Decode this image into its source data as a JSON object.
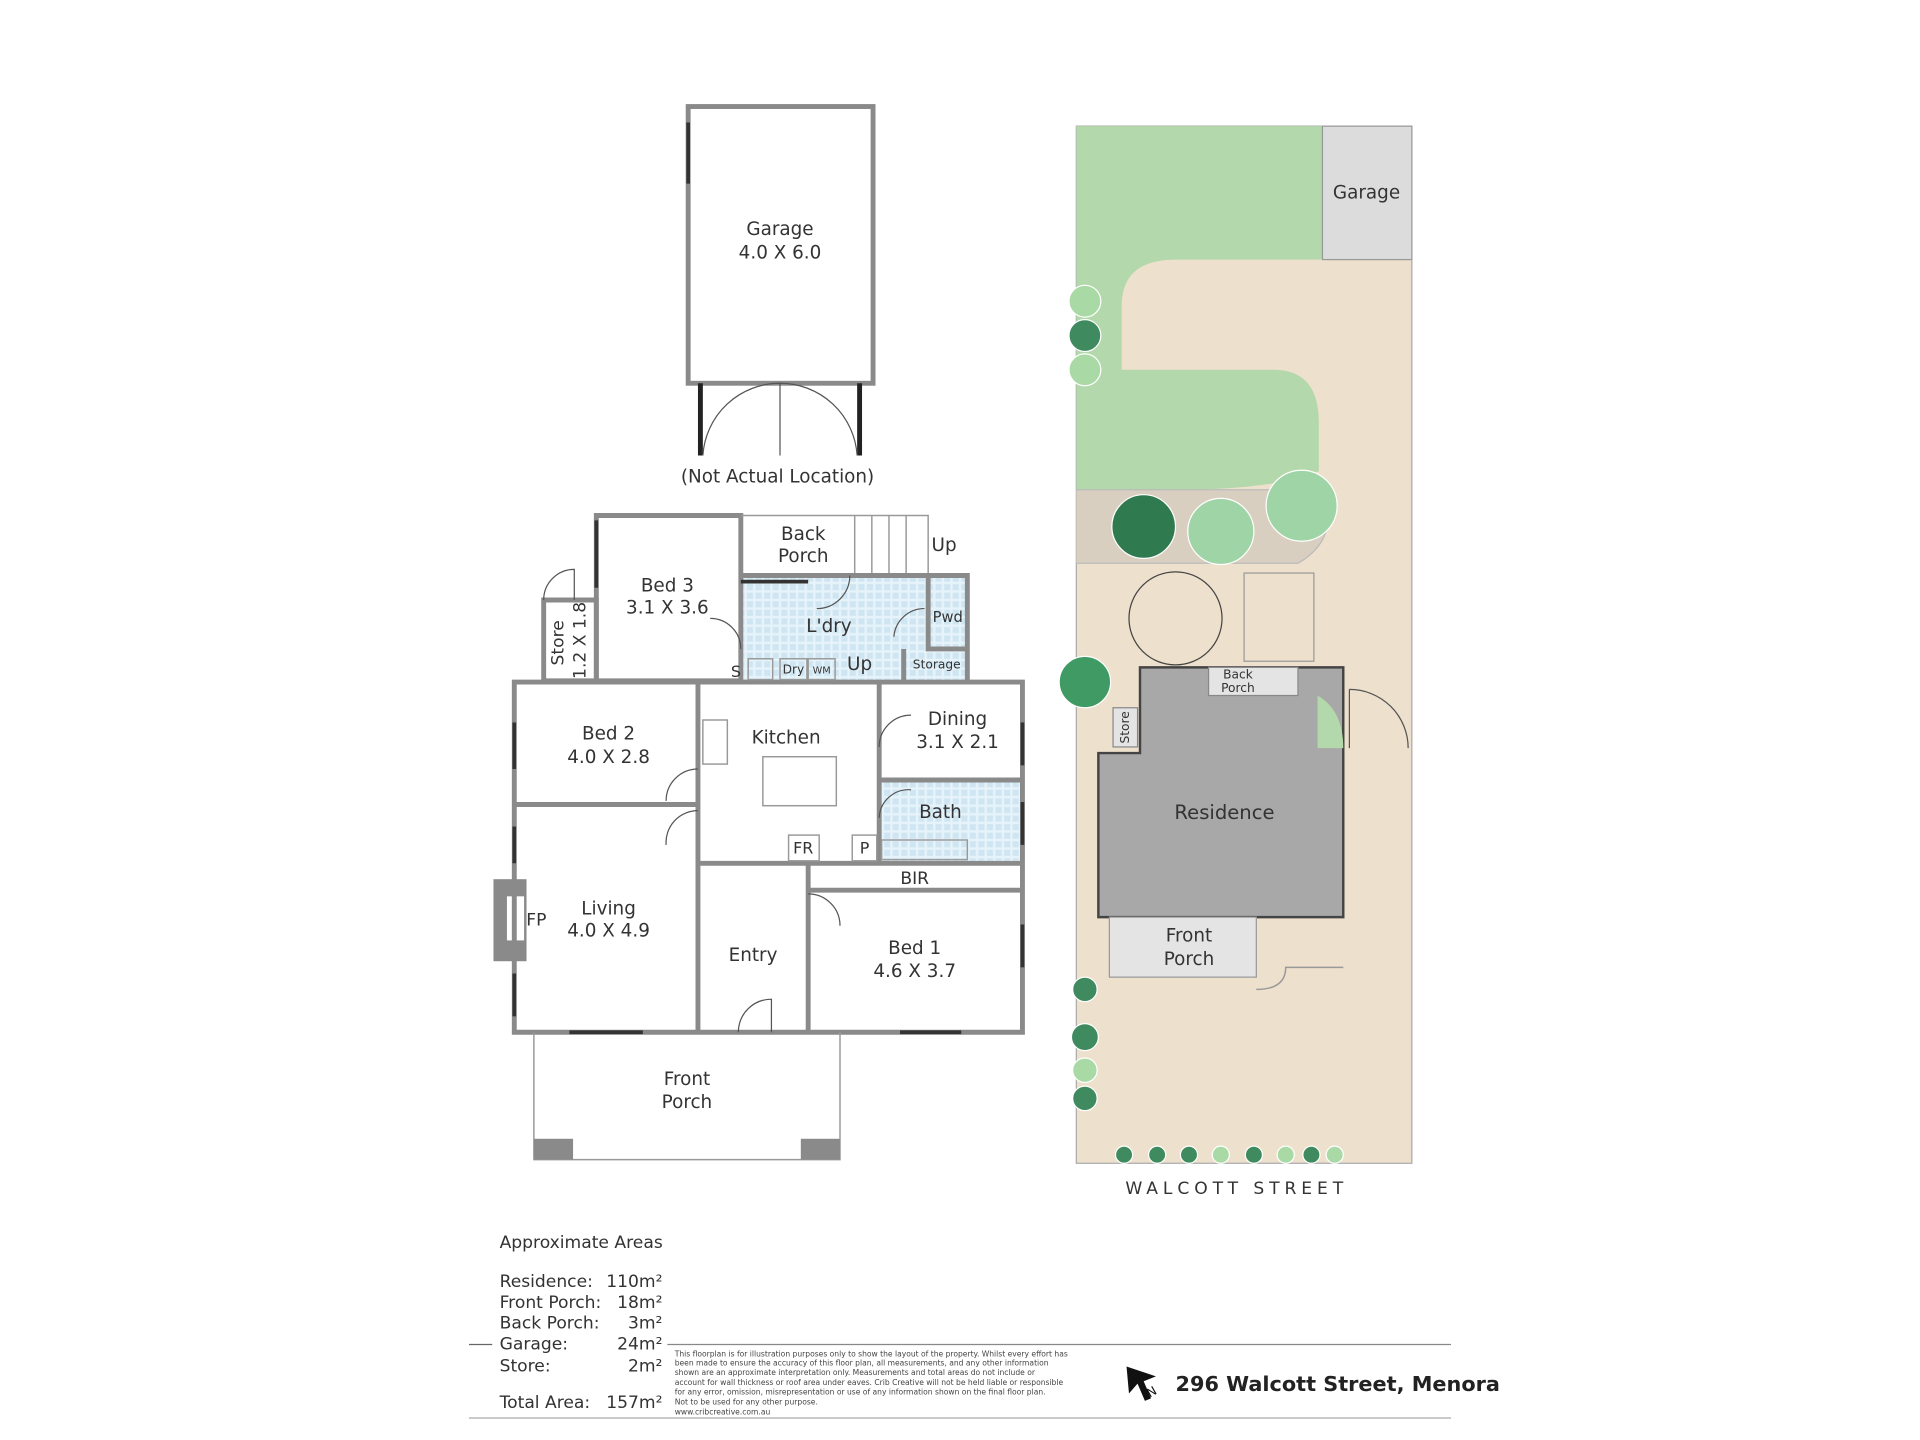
{
  "floorplan": {
    "garage": {
      "name": "Garage",
      "dims": "4.0 X 6.0",
      "note": "(Not Actual Location)"
    },
    "rooms": {
      "bed3": {
        "name": "Bed 3",
        "dims": "3.1 X 3.6"
      },
      "store": {
        "name": "Store",
        "dims": "1.2 X 1.8"
      },
      "back_porch": {
        "line1": "Back",
        "line2": "Porch"
      },
      "up1": "Up",
      "laundry": "L'dry",
      "pwd": "Pwd",
      "storage": "Storage",
      "s": "S",
      "dry": "Dry",
      "wm": "WM",
      "up2": "Up",
      "bed2": {
        "name": "Bed 2",
        "dims": "4.0 X 2.8"
      },
      "kitchen": "Kitchen",
      "dining": {
        "name": "Dining",
        "dims": "3.1 X 2.1"
      },
      "bath": "Bath",
      "fr": "FR",
      "p": "P",
      "bir": "BIR",
      "living": {
        "name": "Living",
        "dims": "4.0 X 4.9"
      },
      "fp": "FP",
      "entry": "Entry",
      "bed1": {
        "name": "Bed 1",
        "dims": "4.6 X 3.7"
      },
      "front_porch": {
        "line1": "Front",
        "line2": "Porch"
      }
    }
  },
  "siteplan": {
    "garage": "Garage",
    "back_porch": {
      "line1": "Back",
      "line2": "Porch"
    },
    "store": "Store",
    "residence": "Residence",
    "front_porch": {
      "line1": "Front",
      "line2": "Porch"
    },
    "street": "WALCOTT STREET"
  },
  "areas": {
    "title": "Approximate Areas",
    "rows": [
      {
        "label": "Residence:",
        "value": "110m²"
      },
      {
        "label": "Front Porch:",
        "value": "18m²"
      },
      {
        "label": "Back Porch:",
        "value": "3m²"
      },
      {
        "label": "Garage:",
        "value": "24m²"
      },
      {
        "label": "Store:",
        "value": "2m²"
      }
    ],
    "total": {
      "label": "Total Area:",
      "value": "157m²"
    }
  },
  "disclaimer": [
    "This floorplan is for illustration purposes only to show the layout of the property. Whilst every effort has",
    "been made to ensure the accuracy of this floor plan, all measurements, and any other information",
    "shown are an approximate interpretation only. Measurements and total areas do not include or",
    "account for wall thickness or roof area under eaves. Crib Creative will not be held liable or responsible",
    "for any error, omission, misrepresentation or use of any information shown on the final floor plan.",
    "Not to be used for any other purpose.",
    "www.cribcreative.com.au"
  ],
  "address": "296 Walcott Street, Menora",
  "colors": {
    "lawn": "#b3d8ab",
    "land": "#ede0cc",
    "residence": "#a8a8a8",
    "tile": "#d7ecf5"
  }
}
